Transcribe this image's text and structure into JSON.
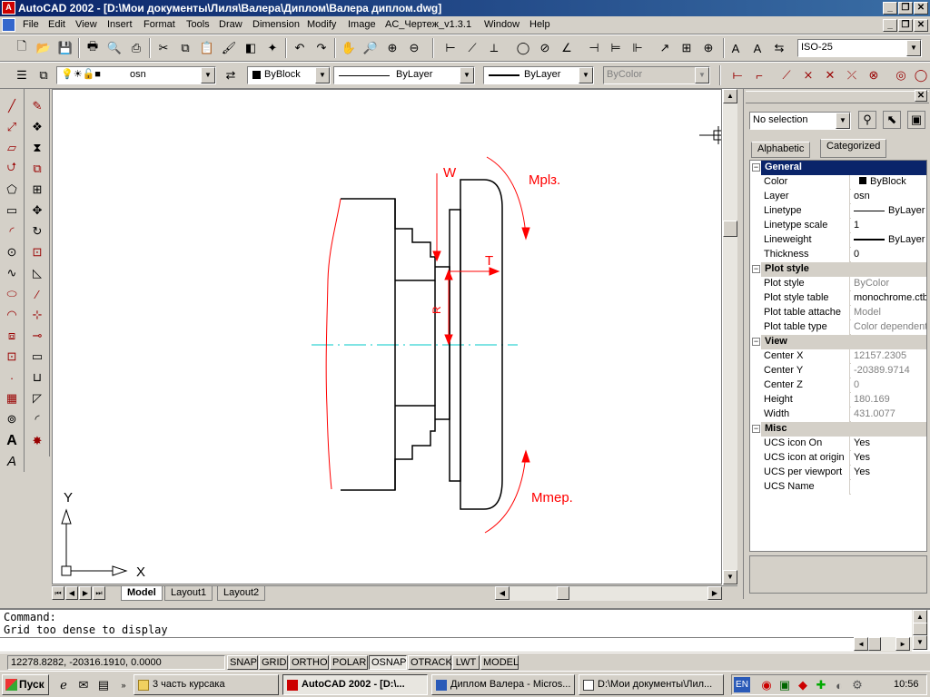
{
  "window": {
    "title": "AutoCAD 2002 - [D:\\Мои документы\\Лиля\\Валера\\Диплом\\Валера диплом.dwg]",
    "app_icon_glyph": "A"
  },
  "menu": [
    "File",
    "Edit",
    "View",
    "Insert",
    "Format",
    "Tools",
    "Draw",
    "Dimension",
    "Modify",
    "Image",
    "AC_Чертеж_v1.3.1",
    "Window",
    "Help"
  ],
  "toolbar": {
    "dimstyle": "ISO-25",
    "layer": "osn",
    "color": "ByBlock",
    "linetype": "ByLayer",
    "lineweight": "ByLayer",
    "plotstyle": "ByColor"
  },
  "drawing": {
    "labels": {
      "w": "W",
      "t": "T",
      "r": "R",
      "m_top": "Mрlз.",
      "m_bottom": "Mmep."
    },
    "ucs": {
      "x": "X",
      "y": "Y"
    },
    "colors": {
      "red": "#ff0000",
      "cyan": "#00c8c8"
    }
  },
  "tabs": [
    "Model",
    "Layout1",
    "Layout2"
  ],
  "properties": {
    "selection": "No selection",
    "tabs": [
      "Alphabetic",
      "Categorized"
    ],
    "categories": [
      {
        "name": "General",
        "rows": [
          {
            "label": "Color",
            "value": "ByBlock"
          },
          {
            "label": "Layer",
            "value": "osn"
          },
          {
            "label": "Linetype",
            "value": "ByLayer"
          },
          {
            "label": "Linetype scale",
            "value": "1"
          },
          {
            "label": "Lineweight",
            "value": "ByLayer"
          },
          {
            "label": "Thickness",
            "value": "0"
          }
        ]
      },
      {
        "name": "Plot style",
        "rows": [
          {
            "label": "Plot style",
            "value": "ByColor"
          },
          {
            "label": "Plot style table",
            "value": "monochrome.ctb"
          },
          {
            "label": "Plot table attache",
            "value": "Model"
          },
          {
            "label": "Plot table type",
            "value": "Color dependent"
          }
        ]
      },
      {
        "name": "View",
        "rows": [
          {
            "label": "Center X",
            "value": "12157.2305"
          },
          {
            "label": "Center Y",
            "value": "-20389.9714"
          },
          {
            "label": "Center Z",
            "value": "0"
          },
          {
            "label": "Height",
            "value": "180.169"
          },
          {
            "label": "Width",
            "value": "431.0077"
          }
        ]
      },
      {
        "name": "Misc",
        "rows": [
          {
            "label": "UCS icon On",
            "value": "Yes"
          },
          {
            "label": "UCS icon at origin",
            "value": "Yes"
          },
          {
            "label": "UCS per viewport",
            "value": "Yes"
          },
          {
            "label": "UCS Name",
            "value": ""
          }
        ]
      }
    ]
  },
  "command": {
    "line1": "Command:",
    "line2": "Grid too dense to display"
  },
  "status": {
    "coords": "12278.8282, -20316.1910, 0.0000",
    "buttons": [
      "SNAP",
      "GRID",
      "ORTHO",
      "POLAR",
      "OSNAP",
      "OTRACK",
      "LWT",
      "MODEL"
    ]
  },
  "taskbar": {
    "start": "Пуск",
    "buttons": [
      "3 часть курсака",
      "AutoCAD 2002 - [D:\\...",
      "Диплом Валера - Micros...",
      "D:\\Мои документы\\Лил..."
    ],
    "lang": "EN",
    "clock": "10:56"
  }
}
